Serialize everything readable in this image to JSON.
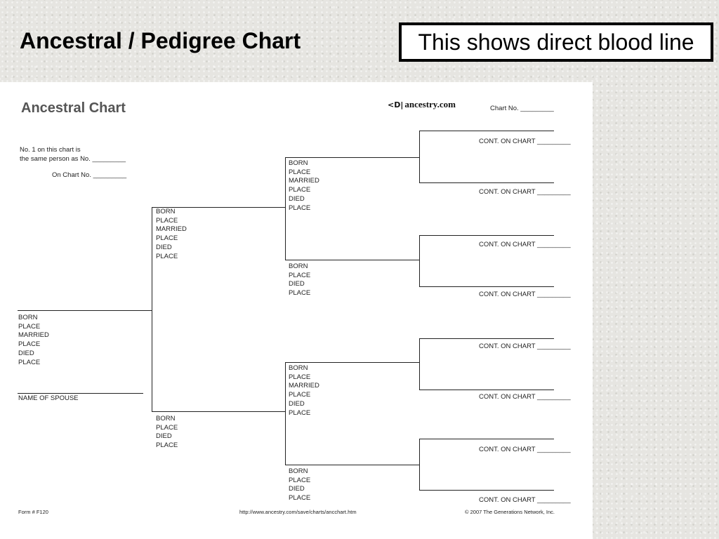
{
  "slide": {
    "title": "Ancestral / Pedigree Chart",
    "callout": "This shows direct blood line"
  },
  "form": {
    "title": "Ancestral Chart",
    "logo": "ancestry.com",
    "logo_mark": "<D|",
    "chart_no": "Chart No. _________",
    "no1_line1": "No. 1 on this chart is",
    "no1_line2": "the same person as No. _________",
    "on_chart_no": "On Chart No. _________",
    "name_of_spouse": "NAME OF SPOUSE",
    "cont_on_chart": "CONT. ON CHART _________",
    "fields_married": [
      "BORN",
      "PLACE",
      "MARRIED",
      "PLACE",
      "DIED",
      "PLACE"
    ],
    "fields_basic": [
      "BORN",
      "PLACE",
      "DIED",
      "PLACE"
    ],
    "footer_form": "Form # F120",
    "footer_url": "http://www.ancestry.com/save/charts/ancchart.htm",
    "footer_copyright": "© 2007 The Generations Network, Inc."
  }
}
